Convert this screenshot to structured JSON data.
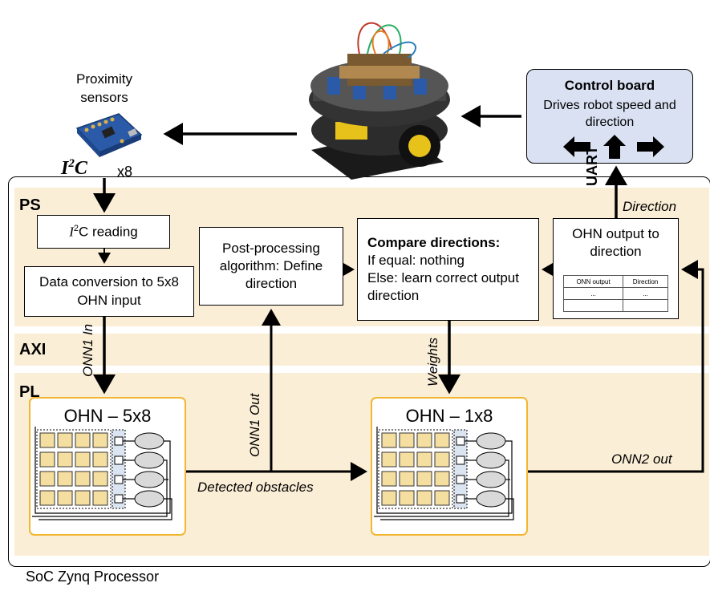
{
  "zynq_label": "SoC Zynq Processor",
  "sections": {
    "ps": "PS",
    "axi": "AXI",
    "pl": "PL"
  },
  "sensors": {
    "title": "Proximity sensors",
    "i2c_base": "I",
    "i2c_sup": "2",
    "i2c_tail": "C",
    "count": "x8"
  },
  "control_board": {
    "title": "Control board",
    "desc": "Drives robot speed and direction"
  },
  "uart": "UART",
  "labels": {
    "direction": "Direction",
    "onn1_in": "ONN1 In",
    "onn1_out": "ONN1 Out",
    "weights": "Weights",
    "detected": "Detected obstacles",
    "onn2_out": "ONN2 out"
  },
  "boxes": {
    "i2c_reading_base": "I",
    "i2c_reading_sup": "2",
    "i2c_reading_tail": "C reading",
    "data_conv": "Data conversion to 5x8 OHN input",
    "post_proc": "Post-processing algorithm: Define direction",
    "compare_title": "Compare directions:",
    "compare_l1": "If equal: nothing",
    "compare_l2": "Else: learn correct output direction",
    "ohn_dir": "OHN output to direction",
    "table_headers": [
      "ONN output",
      "Direction"
    ],
    "table_rows": [
      [
        "...",
        "..."
      ],
      [
        "",
        ""
      ]
    ]
  },
  "ohn_blocks": {
    "a": "OHN – 5x8",
    "b": "OHN – 1x8"
  },
  "colors": {
    "band": "#fbeed6",
    "ohn_border": "#f2b632",
    "cell": "#f5dfa0",
    "control_bg": "#d9e1f2"
  }
}
